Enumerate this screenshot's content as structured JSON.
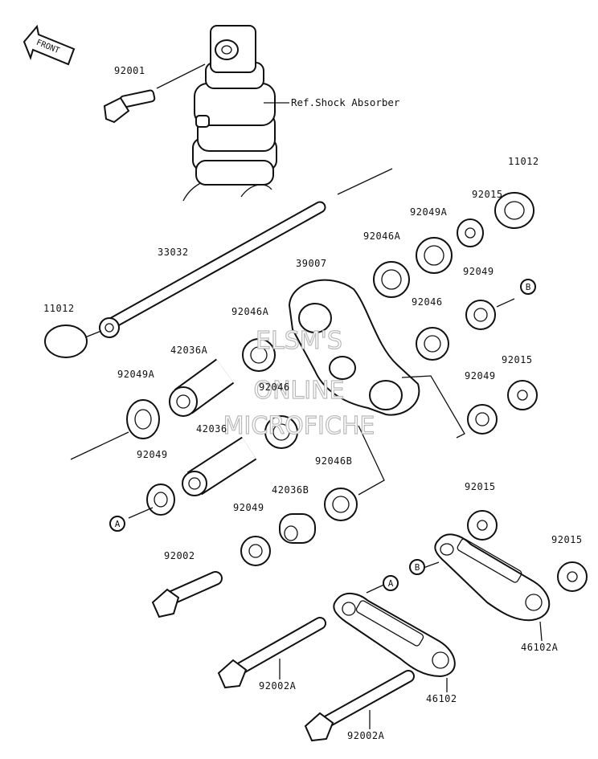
{
  "front_label": "FRONT",
  "shock_reference": "Ref.Shock Absorber",
  "watermark": [
    "ELSM'S",
    "ONLINE",
    "MICROFICHE"
  ],
  "connectors": [
    "A",
    "A",
    "B",
    "B"
  ],
  "part_labels": {
    "p_92001": "92001",
    "p_33032": "33032",
    "p_11012_left": "11012",
    "p_11012_right": "11012",
    "p_92015_top": "92015",
    "p_92049A_top": "92049A",
    "p_92046A_top": "92046A",
    "p_39007": "39007",
    "p_92049_top": "92049",
    "p_92046_right": "92046",
    "p_92046A_mid": "92046A",
    "p_42036A": "42036A",
    "p_92049A_left": "92049A",
    "p_92046_center": "92046",
    "p_92015_mid": "92015",
    "p_92049_mid": "92049",
    "p_42036": "42036",
    "p_92049_left": "92049",
    "p_92046B": "92046B",
    "p_42036B": "42036B",
    "p_92049_low": "92049",
    "p_92015_low": "92015",
    "p_92015_far": "92015",
    "p_92002": "92002",
    "p_46102A": "46102A",
    "p_92002A_mid": "92002A",
    "p_46102": "46102",
    "p_92002A_bottom": "92002A"
  }
}
